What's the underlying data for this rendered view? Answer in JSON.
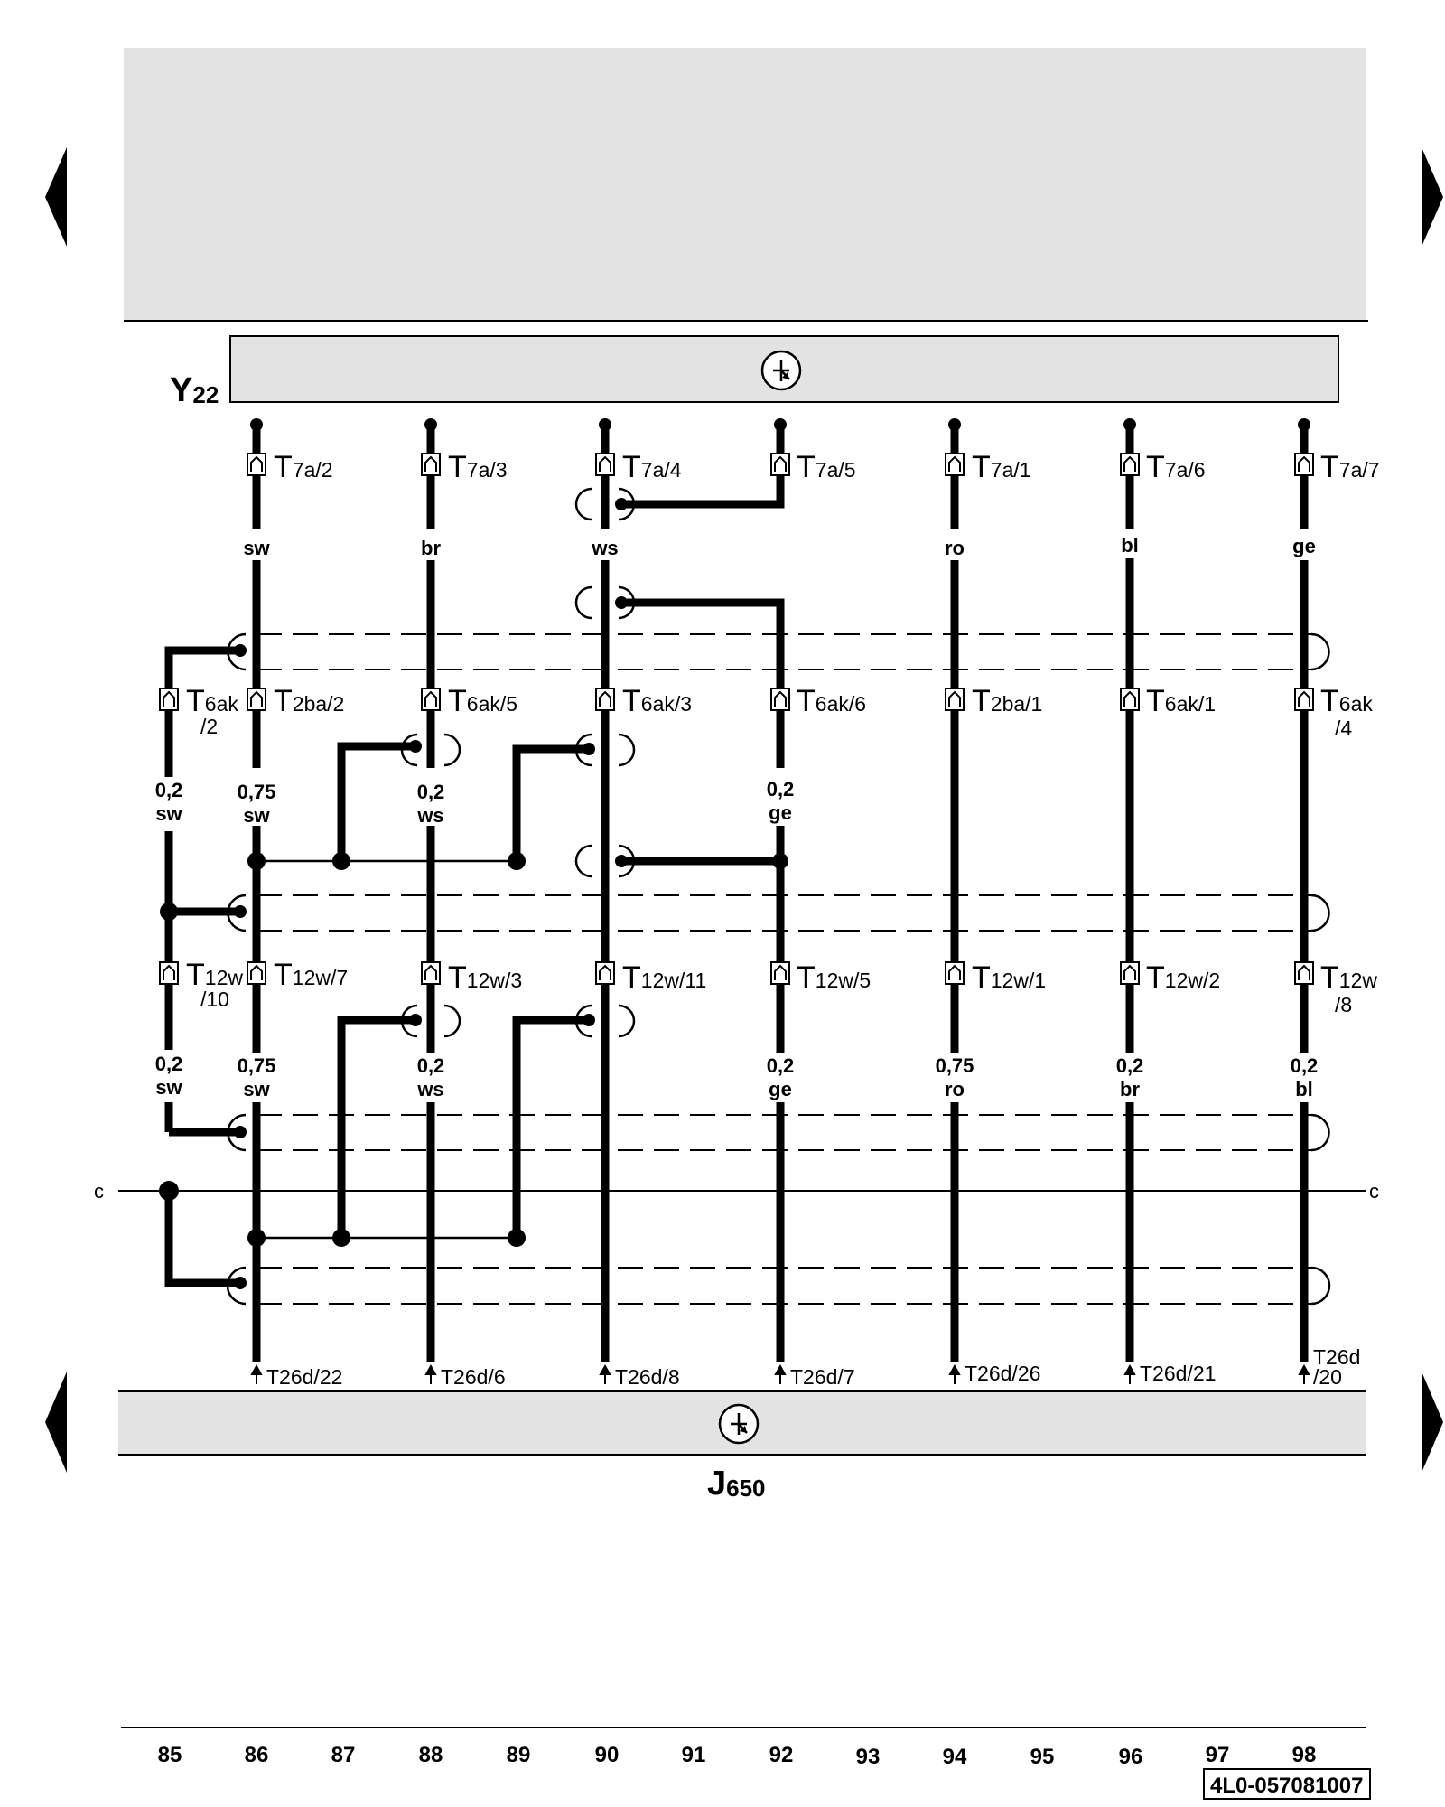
{
  "components": {
    "top": {
      "name": "Y",
      "sub": "22"
    },
    "bottom": {
      "name": "J",
      "sub": "650"
    }
  },
  "columns": [
    {
      "ref": "85"
    },
    {
      "ref": "86",
      "top_pin": {
        "main": "T",
        "sub": "7a/2"
      },
      "color": "sw",
      "mid_pin": {
        "main": "T",
        "sub": "2ba/2"
      },
      "mid_wire": {
        "size": "0,75",
        "color": "sw"
      },
      "low_pin": {
        "main": "T",
        "sub": "12w/7"
      },
      "low_wire": {
        "size": "0,75",
        "color": "sw"
      },
      "bottom_pin": {
        "main": "T26d/22"
      }
    },
    {
      "ref": "87"
    },
    {
      "ref": "88",
      "top_pin": {
        "main": "T",
        "sub": "7a/3"
      },
      "color": "br",
      "mid_pin": {
        "main": "T",
        "sub": "6ak/5"
      },
      "mid_wire": {
        "size": "0,2",
        "color": "ws"
      },
      "low_pin": {
        "main": "T",
        "sub": "12w/3"
      },
      "low_wire": {
        "size": "0,2",
        "color": "ws"
      },
      "bottom_pin": {
        "main": "T26d/6"
      }
    },
    {
      "ref": "89"
    },
    {
      "ref": "90",
      "top_pin": {
        "main": "T",
        "sub": "7a/4"
      },
      "color": "ws",
      "mid_pin": {
        "main": "T",
        "sub": "6ak/3"
      },
      "low_pin": {
        "main": "T",
        "sub": "12w/11"
      },
      "bottom_pin": {
        "main": "T26d/8"
      }
    },
    {
      "ref": "91"
    },
    {
      "ref": "92",
      "top_pin": {
        "main": "T",
        "sub": "7a/5"
      },
      "mid_pin": {
        "main": "T",
        "sub": "6ak/6"
      },
      "mid_wire": {
        "size": "0,2",
        "color": "ge"
      },
      "low_pin": {
        "main": "T",
        "sub": "12w/5"
      },
      "low_wire": {
        "size": "0,2",
        "color": "ge"
      },
      "bottom_pin": {
        "main": "T26d/7"
      }
    },
    {
      "ref": "93"
    },
    {
      "ref": "94",
      "top_pin": {
        "main": "T",
        "sub": "7a/1"
      },
      "color": "ro",
      "mid_pin": {
        "main": "T",
        "sub": "2ba/1"
      },
      "low_pin": {
        "main": "T",
        "sub": "12w/1"
      },
      "low_wire": {
        "size": "0,75",
        "color": "ro"
      },
      "bottom_pin": {
        "main": "T26d/26"
      }
    },
    {
      "ref": "95"
    },
    {
      "ref": "96",
      "top_pin": {
        "main": "T",
        "sub": "7a/6"
      },
      "color": "bl",
      "mid_pin": {
        "main": "T",
        "sub": "6ak/1"
      },
      "low_pin": {
        "main": "T",
        "sub": "12w/2"
      },
      "low_wire": {
        "size": "0,2",
        "color": "br"
      },
      "bottom_pin": {
        "main": "T26d/21"
      }
    },
    {
      "ref": "97"
    },
    {
      "ref": "98",
      "top_pin": {
        "main": "T",
        "sub": "7a/7"
      },
      "color": "ge",
      "mid_pin": {
        "main": "T",
        "sub": "6ak",
        "sub2": "/4"
      },
      "low_pin": {
        "main": "T",
        "sub": "12w",
        "sub2": "/8"
      },
      "low_wire": {
        "size": "0,2",
        "color": "bl"
      },
      "bottom_pin": {
        "main": "T26d",
        "sub2": "/20"
      }
    }
  ],
  "shield_column": {
    "mid_pin": {
      "main": "T",
      "sub": "6ak",
      "sub2": "/2"
    },
    "mid_wire": {
      "size": "0,2",
      "color": "sw"
    },
    "low_pin": {
      "main": "T",
      "sub": "12w",
      "sub2": "/10"
    },
    "low_wire": {
      "size": "0,2",
      "color": "sw"
    }
  },
  "edge_label_left": "c",
  "edge_label_right": "c",
  "doc_number": "4L0-057081007"
}
